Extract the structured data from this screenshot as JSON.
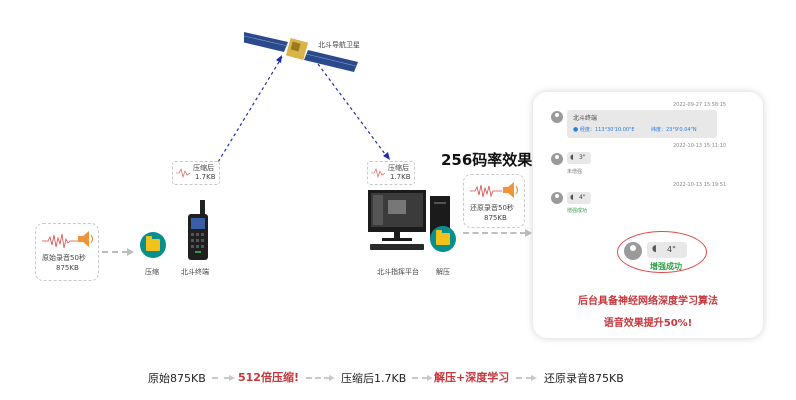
{
  "satellite": {
    "label": "北斗导航卫星"
  },
  "source": {
    "audio_label": "原始录音50秒",
    "size": "875KB",
    "compress_label": "压缩",
    "terminal_label": "北斗终端"
  },
  "uplink": {
    "label": "压缩后",
    "size": "1.7KB"
  },
  "downlink": {
    "label": "压缩后",
    "size": "1.7KB"
  },
  "platform": {
    "label": "北斗指挥平台",
    "decompress_label": "解压"
  },
  "restored": {
    "label": "还原录音50秒",
    "size": "875KB"
  },
  "rate_title": "256码率效果",
  "chat": {
    "ts1": "2022-09-27 13:58:15",
    "name1": "北斗终端",
    "location_lon": "经度：113°30'10.00\"E",
    "location_lat": "纬度：23°9'0.04\"N",
    "ts2": "2022-10-13 15:11:10",
    "voice1": "3\"",
    "voice1_sub": "未增强",
    "ts3": "2022-10-13 15:19:51",
    "voice2": "4\"",
    "voice2_sub": "增强成功",
    "zoom_voice": "4\"",
    "zoom_status": "增强成功",
    "caption_line1": "后台具备神经网络深度学习算法",
    "caption_line2": "语音效果提升50%!"
  },
  "flow": {
    "step1": "原始875KB",
    "op1": "512倍压缩!",
    "step2": "压缩后1.7KB",
    "op2": "解压+深度学习",
    "step3": "还原录音875KB"
  },
  "colors": {
    "accent_red": "#c6373d",
    "accent_green": "#2e9e44",
    "link_blue": "#1f2fa8",
    "speaker_orange": "#f0943a"
  }
}
